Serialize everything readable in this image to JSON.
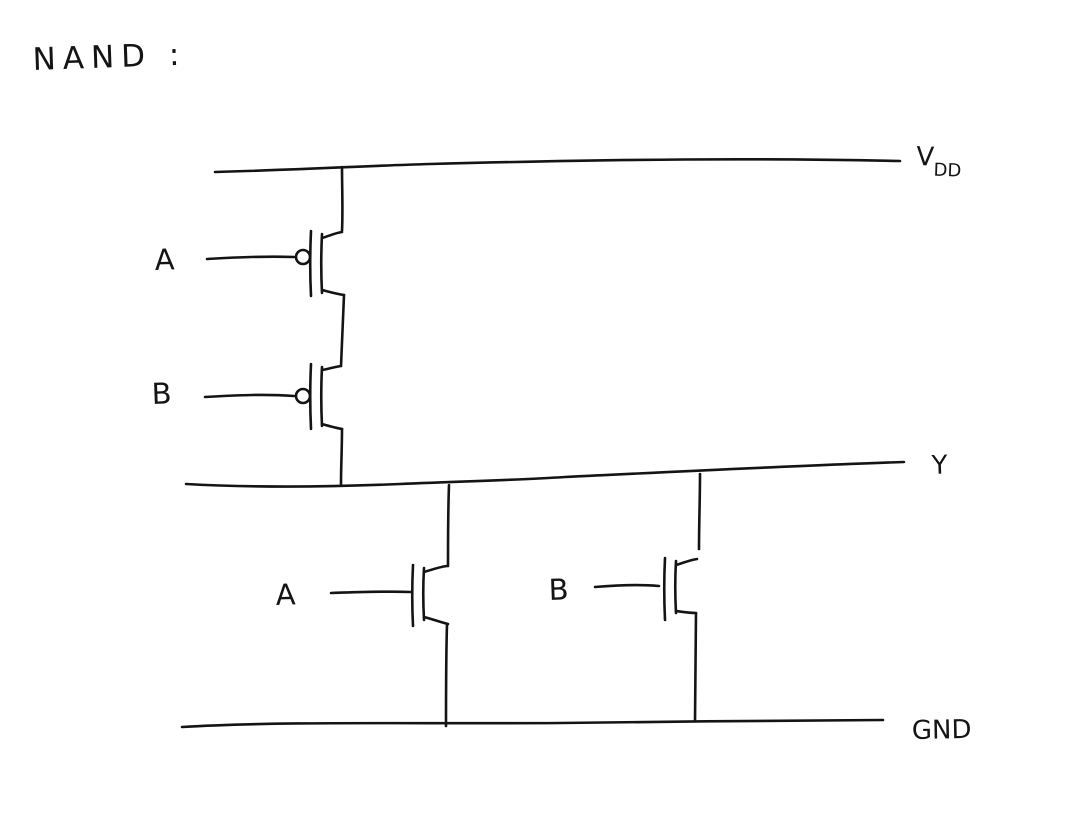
{
  "title": "NAND :",
  "rails": {
    "vdd": {
      "label_main": "V",
      "label_sub": "DD"
    },
    "output": {
      "label": "Y"
    },
    "gnd": {
      "label": "GND"
    }
  },
  "transistors": {
    "pmos_a": {
      "type": "PMOS",
      "input_label": "A"
    },
    "pmos_b": {
      "type": "PMOS",
      "input_label": "B"
    },
    "nmos_a": {
      "type": "NMOS",
      "input_label": "A"
    },
    "nmos_b": {
      "type": "NMOS",
      "input_label": "B"
    }
  },
  "style": {
    "ink_color": "#141414",
    "background": "#ffffff"
  }
}
